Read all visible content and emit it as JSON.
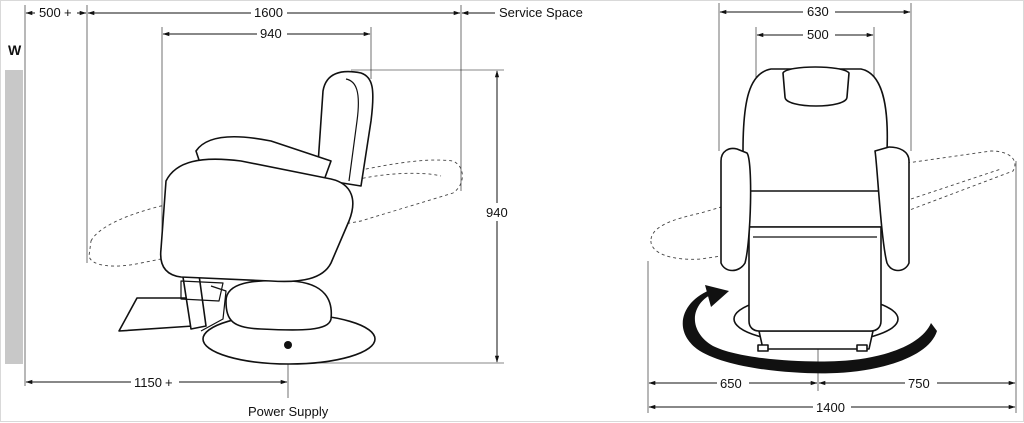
{
  "wall_label": "W",
  "side_view": {
    "dim_wall_clearance": "500",
    "dim_total_depth": "1600",
    "dim_chair_depth": "940",
    "service_space_label": "Service Space",
    "dim_height": "940",
    "dim_supply_offset": "1150",
    "power_supply_label": "Power Supply"
  },
  "front_view": {
    "dim_outer_width": "630",
    "dim_seat_width": "500",
    "dim_left_swing": "650",
    "dim_right_swing": "750",
    "dim_total_swing": "1400"
  }
}
